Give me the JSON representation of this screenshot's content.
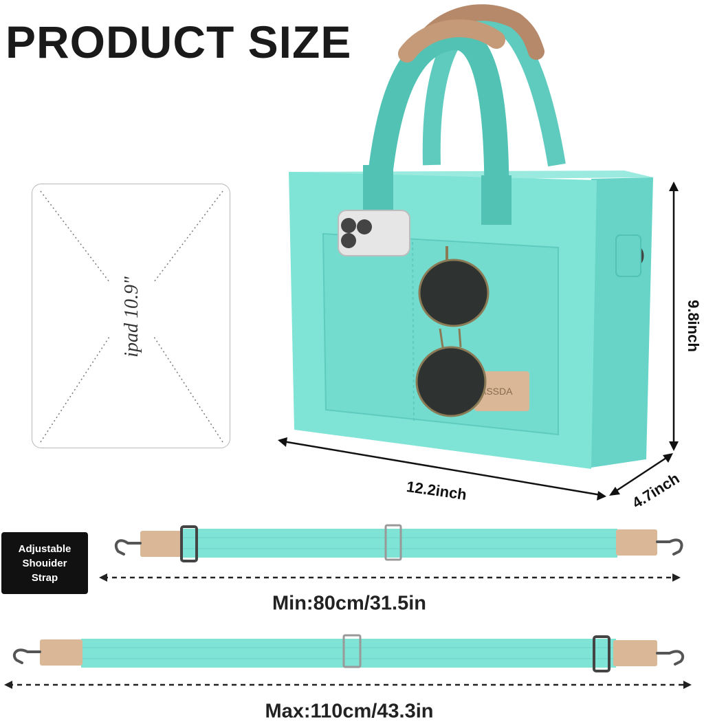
{
  "header": {
    "title": "PRODUCT SIZE"
  },
  "ipad": {
    "label": "ipad 10.9\""
  },
  "dimensions": {
    "height": "9.8inch",
    "width": "12.2inch",
    "depth": "4.7inch"
  },
  "bag": {
    "brand_patch": "ASSDA"
  },
  "strap": {
    "badge": "Adjustable Shouider Strap",
    "min_label": "Min:80cm/31.5in",
    "max_label": "Max:110cm/43.3in"
  },
  "colors": {
    "mint": "#7FE3D6",
    "mint_dark": "#5ECBBE",
    "leather": "#D9B797",
    "handle_leather": "#B5896A",
    "lens": "#2E3230",
    "frame_gold": "#8A7A55"
  }
}
